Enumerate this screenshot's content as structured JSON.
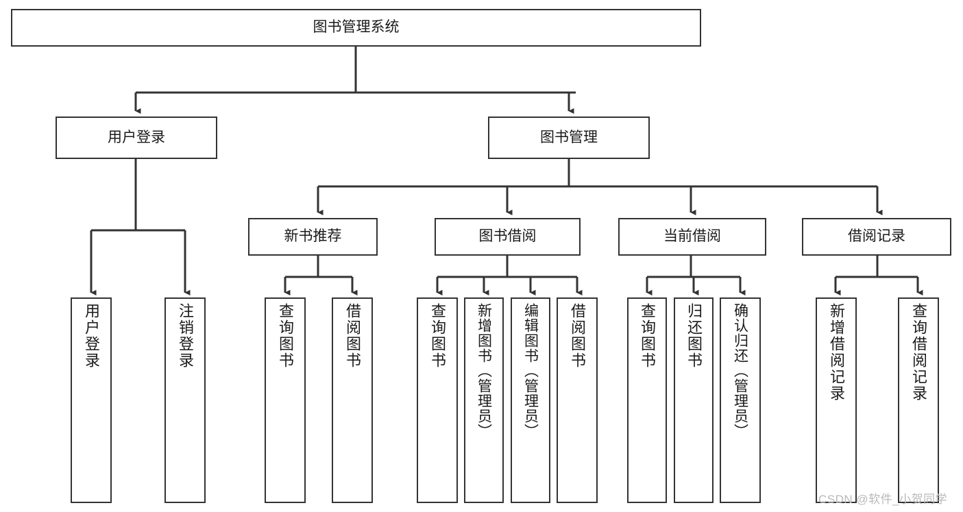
{
  "diagram": {
    "title": "图书管理系统",
    "type": "tree-hierarchy-chart",
    "watermark": "CSDN @软件_小贺同学",
    "colors": {
      "node_border": "#333333",
      "node_fill": "#ffffff",
      "edge": "#333333",
      "text": "#1a1a1a",
      "watermark": "#b9b9b9"
    },
    "root": {
      "label": "图书管理系统"
    },
    "level2": [
      {
        "label": "用户登录"
      },
      {
        "label": "图书管理"
      }
    ],
    "level3": [
      {
        "label": "新书推荐"
      },
      {
        "label": "图书借阅"
      },
      {
        "label": "当前借阅"
      },
      {
        "label": "借阅记录"
      }
    ],
    "leaves": {
      "user_login": [
        {
          "label": "用户登录"
        },
        {
          "label": "注销登录"
        }
      ],
      "new_book_recommend": [
        {
          "label": "查询图书"
        },
        {
          "label": "借阅图书"
        }
      ],
      "book_borrow": [
        {
          "label": "查询图书"
        },
        {
          "label": "新增图书（管理员）"
        },
        {
          "label": "编辑图书（管理员）"
        },
        {
          "label": "借阅图书"
        }
      ],
      "current_borrow": [
        {
          "label": "查询图书"
        },
        {
          "label": "归还图书"
        },
        {
          "label": "确认归还（管理员）"
        }
      ],
      "borrow_record": [
        {
          "label": "新增借阅记录"
        },
        {
          "label": "查询借阅记录"
        }
      ]
    }
  }
}
